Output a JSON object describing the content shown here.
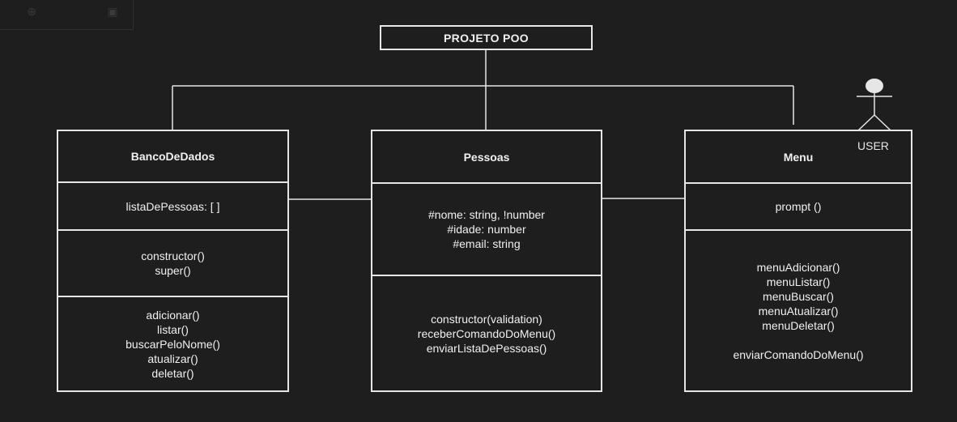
{
  "toolbar": {
    "icons": [
      "format-icon",
      "layers-icon"
    ]
  },
  "diagram": {
    "title": "PROJETO POO",
    "actor": {
      "label": "USER"
    },
    "classes": [
      {
        "name": "BancoDeDados",
        "attributes": [
          "listaDePessoas: [ ]"
        ],
        "constructors": [
          "constructor()",
          "super()"
        ],
        "methods": [
          "adicionar()",
          "listar()",
          "buscarPeloNome()",
          "atualizar()",
          "deletar()"
        ]
      },
      {
        "name": "Pessoas",
        "attributes": [
          "#nome: string, !number",
          "#idade: number",
          "#email: string"
        ],
        "methods": [
          "constructor(validation)",
          "receberComandoDoMenu()",
          "enviarListaDePessoas()"
        ]
      },
      {
        "name": "Menu",
        "attributes": [
          "prompt ()"
        ],
        "methods": [
          "menuAdicionar()",
          "menuListar()",
          "menuBuscar()",
          "menuAtualizar()",
          "menuDeletar()",
          "",
          "enviarComandoDoMenu()"
        ]
      }
    ]
  },
  "colors": {
    "background": "#1e1e1e",
    "stroke": "#e6e6e6",
    "text": "#f0f0f0"
  }
}
